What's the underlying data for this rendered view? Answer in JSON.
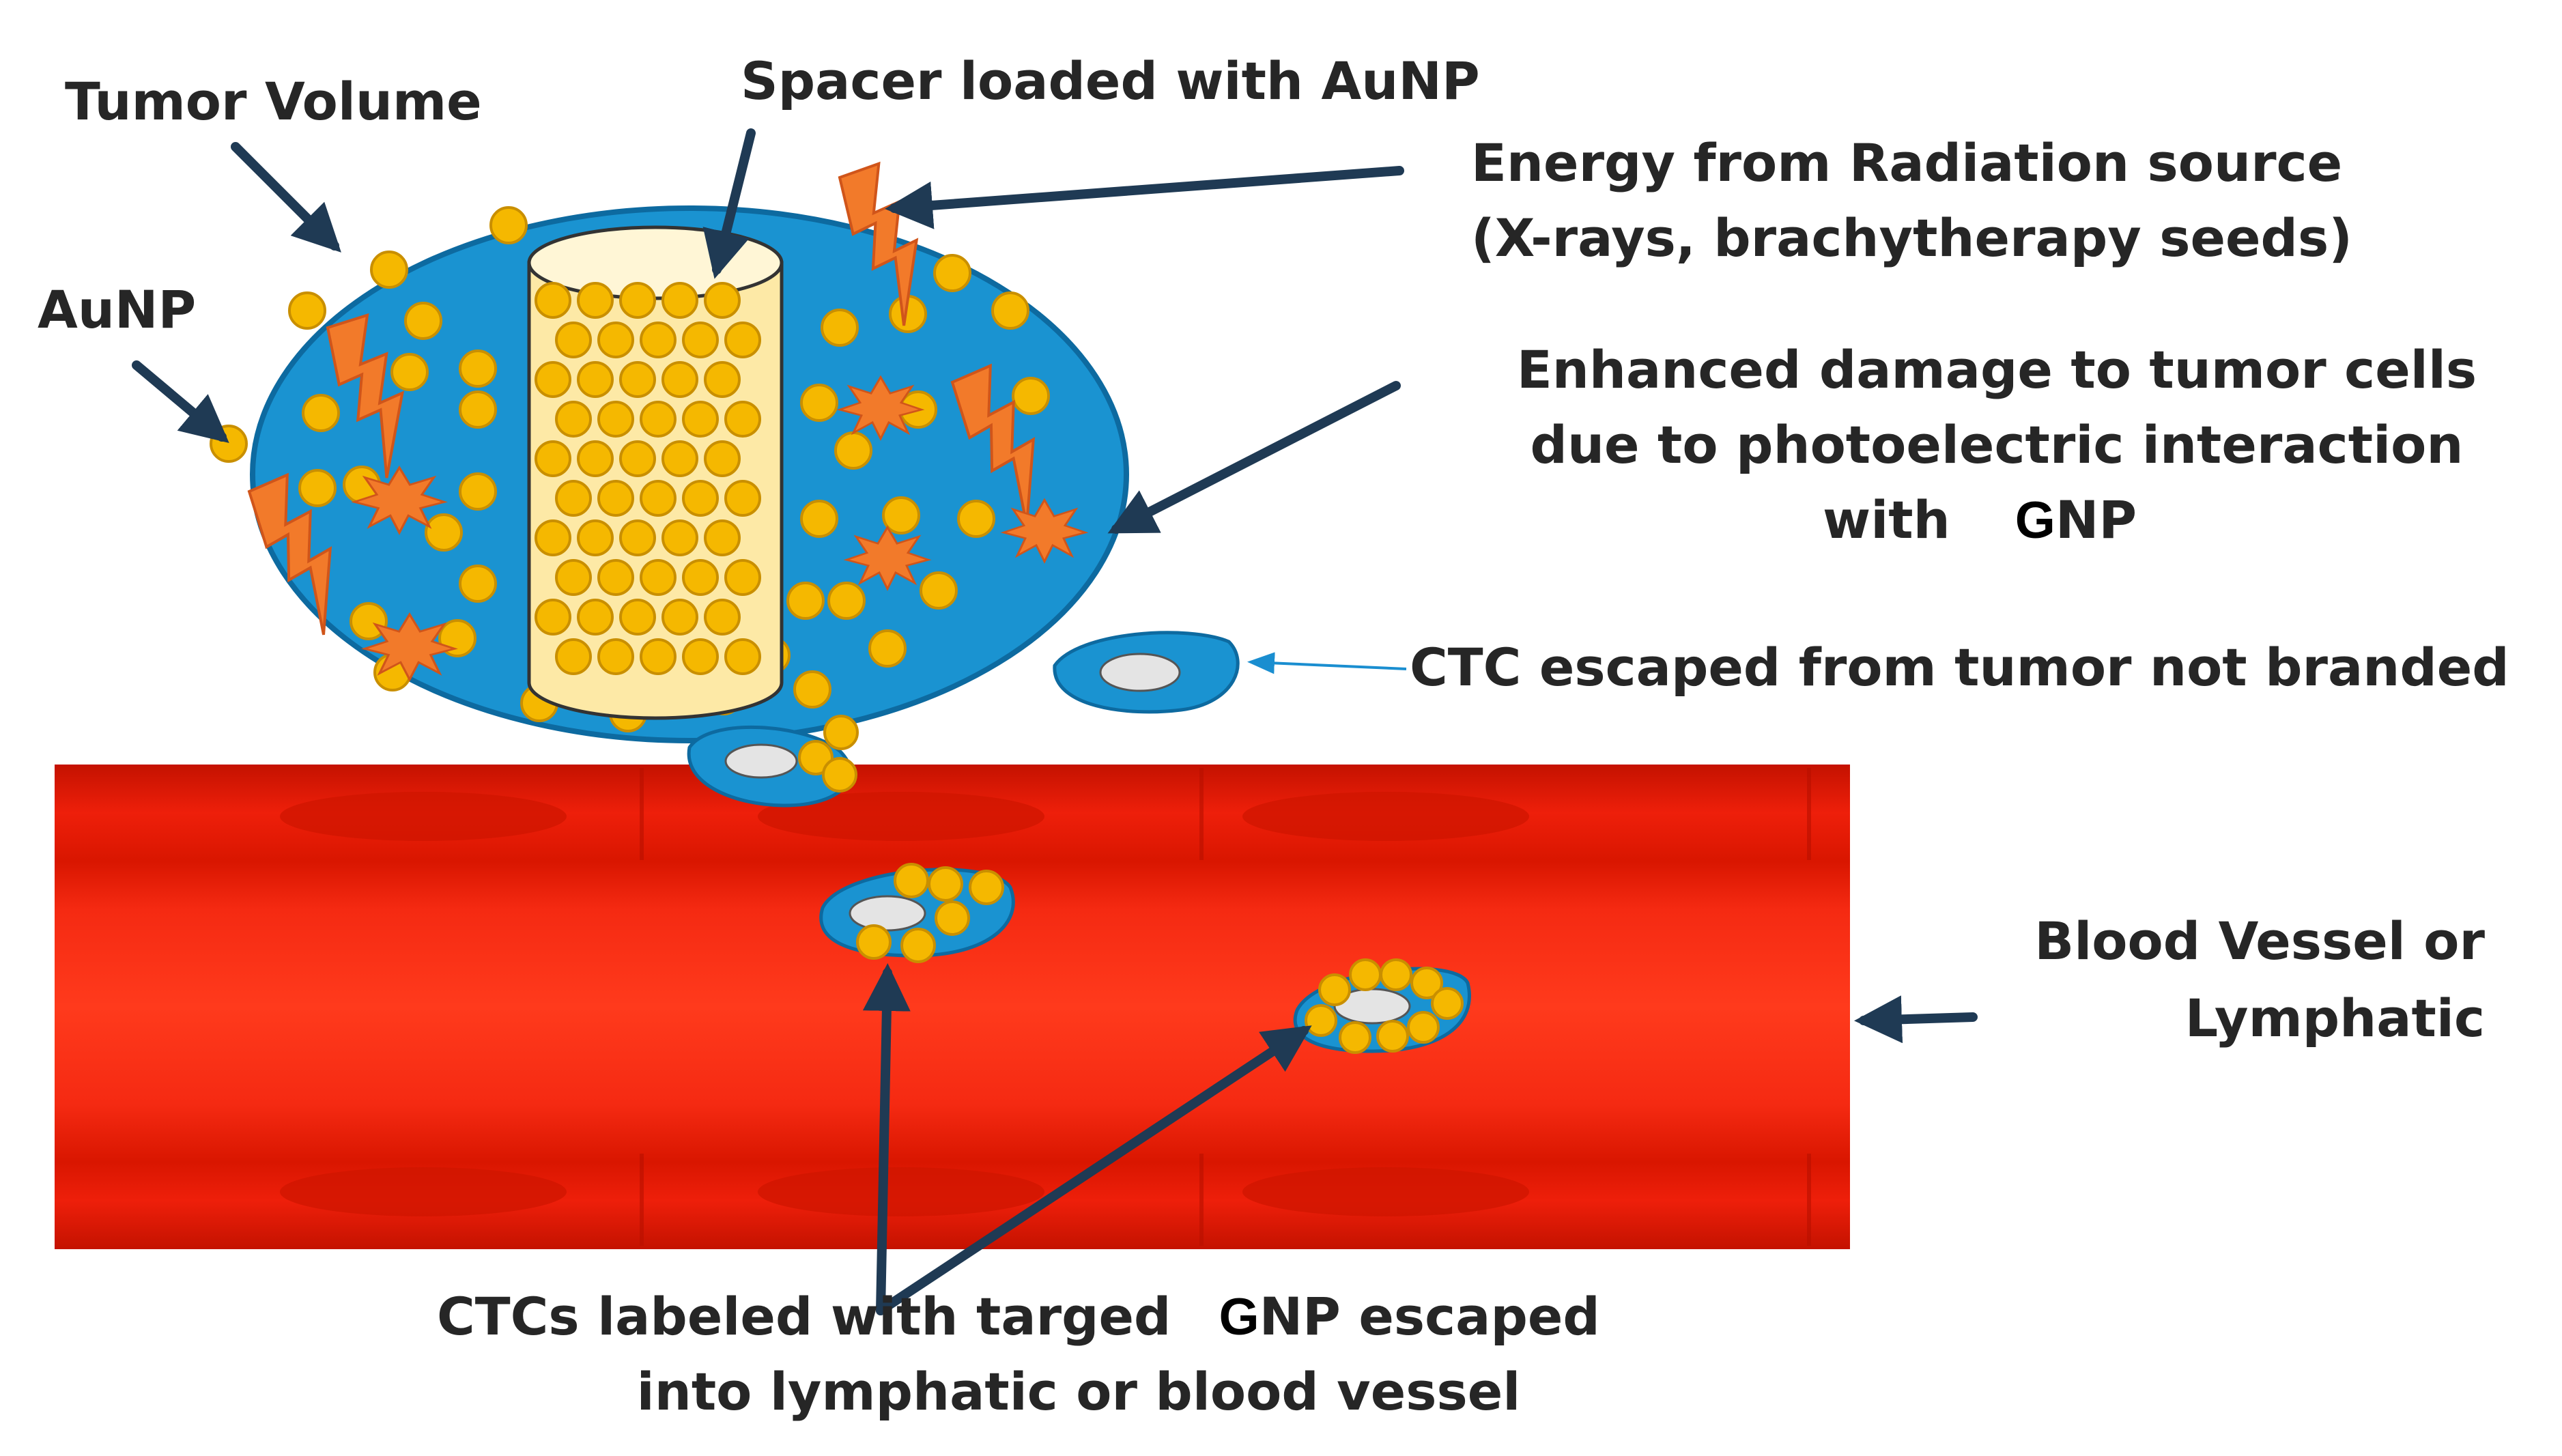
{
  "labels": {
    "tumor_volume": "Tumor Volume",
    "spacer": "Spacer loaded with AuNP",
    "aunp": "AuNP",
    "energy_line1": "Energy from Radiation source",
    "energy_line2": "(X-rays, brachytherapy seeds)",
    "damage_line1": "Enhanced damage to tumor cells",
    "damage_line2": "due to photoelectric interaction",
    "damage_line3_a": "with",
    "damage_line3_g": "G",
    "damage_line3_b": "NP",
    "ctc_escaped": "CTC escaped from tumor not branded",
    "vessel_line1": "Blood Vessel or",
    "vessel_line2": "Lymphatic",
    "ctcs_line1_a": "CTCs labeled with targed",
    "ctcs_line1_g": "G",
    "ctcs_line1_b": "NP escaped",
    "ctcs_line2": "into lymphatic or blood vessel"
  },
  "colors": {
    "tumor_fill": "#1a93d1",
    "tumor_edge": "#0d6aa0",
    "nanoparticle": "#f5b800",
    "spacer_fill": "#fde9a6",
    "vessel": "#ee1c0a",
    "vessel_dark": "#c81000",
    "radiation": "#f27a2a",
    "arrow": "#1f3a54",
    "cell_nucleus": "#e4e4e4"
  }
}
